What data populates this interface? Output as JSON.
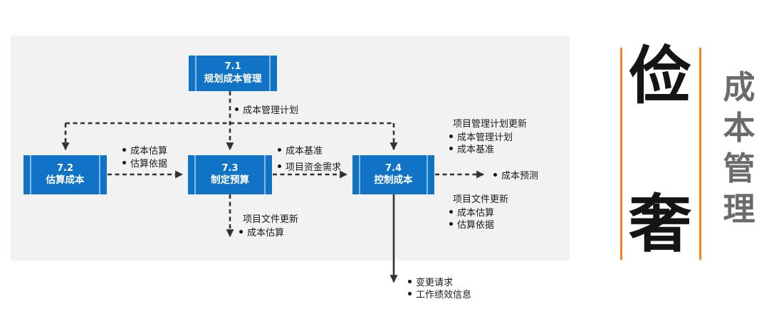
{
  "diagram": {
    "boxes": [
      {
        "id": "7.1",
        "name": "规划成本管理"
      },
      {
        "id": "7.2",
        "name": "估算成本"
      },
      {
        "id": "7.3",
        "name": "制定预算"
      },
      {
        "id": "7.4",
        "name": "控制成本"
      }
    ],
    "labels": {
      "plan_output": {
        "items": [
          "成本管理计划"
        ]
      },
      "estimate_outputs": {
        "items": [
          "成本估算",
          "估算依据"
        ]
      },
      "budget_outputs": {
        "items": [
          "成本基准",
          "项目资金需求"
        ]
      },
      "forecast_output": {
        "items": [
          "成本预测"
        ]
      },
      "pmp_updates": {
        "header": "项目管理计划更新",
        "items": [
          "成本管理计划",
          "成本基准"
        ]
      },
      "doc_updates_right": {
        "header": "项目文件更新",
        "items": [
          "成本估算",
          "估算依据"
        ]
      },
      "doc_updates_mid": {
        "header": "项目文件更新",
        "items": [
          "成本估算"
        ]
      },
      "control_outputs": {
        "items": [
          "变更请求",
          "工作绩效信息"
        ]
      }
    }
  },
  "sidebar": {
    "big_chars": [
      "俭",
      "奢"
    ],
    "vertical_title": [
      "成",
      "本",
      "管",
      "理"
    ]
  },
  "colors": {
    "box_blue": "#1173C5",
    "panel_gray": "#F2F2F2",
    "connector_dark": "#333333",
    "accent_orange": "#F8821F",
    "title_gray": "#6B6B6B"
  }
}
